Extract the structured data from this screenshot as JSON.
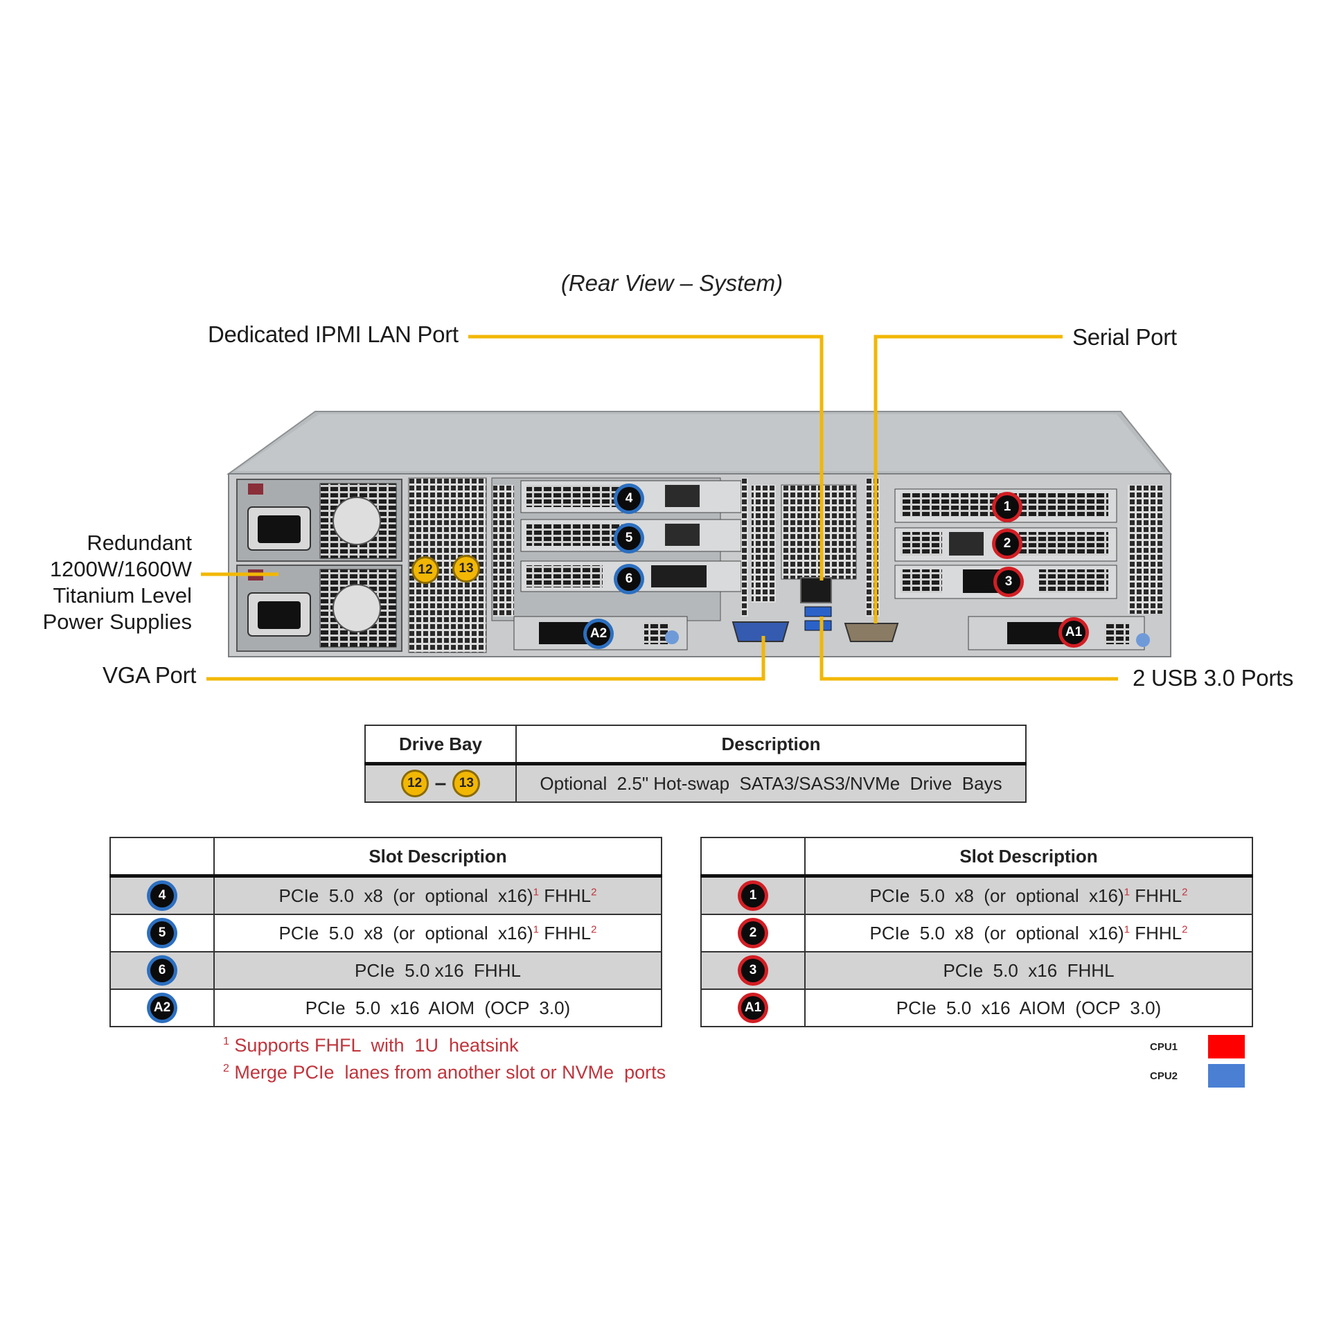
{
  "figure": {
    "view_title": "(Rear View – System)",
    "callouts": {
      "ipmi": "Dedicated IPMI  LAN Port",
      "serial": "Serial Port",
      "psu_lines": [
        "Redundant",
        "1200W/1600W",
        "Titanium  Level",
        "Power Supplies"
      ],
      "vga": "VGA Port",
      "usb": "2 USB 3.0 Ports"
    },
    "slot_badges": {
      "s4": "4",
      "s5": "5",
      "s6": "6",
      "a2": "A2",
      "s1": "1",
      "s2": "2",
      "s3": "3",
      "a1": "A1",
      "bay12": "12",
      "bay13": "13"
    },
    "colors": {
      "callout_line": "#f2b705",
      "cpu1": "#ff0000",
      "cpu2": "#4a7fd4"
    }
  },
  "drive_table": {
    "headers": [
      "Drive Bay",
      "Description"
    ],
    "bay_from": "12",
    "bay_to": "13",
    "separator": "–",
    "description": "Optional  2.5\" Hot-swap  SATA3/SAS3/NVMe  Drive  Bays"
  },
  "slot_tables": {
    "header": "Slot Description",
    "left": [
      {
        "badge": "4",
        "text": "PCIe  5.0  x8  (or  optional  x16)",
        "fn1": "1",
        "suffix": " FHHL",
        "fn2": "2"
      },
      {
        "badge": "5",
        "text": "PCIe  5.0  x8  (or  optional  x16)",
        "fn1": "1",
        "suffix": " FHHL",
        "fn2": "2"
      },
      {
        "badge": "6",
        "text": "PCIe  5.0 x16  FHHL"
      },
      {
        "badge": "A2",
        "text": "PCIe  5.0  x16  AIOM  (OCP  3.0)"
      }
    ],
    "right": [
      {
        "badge": "1",
        "text": "PCIe  5.0  x8  (or  optional  x16)",
        "fn1": "1",
        "suffix": " FHHL",
        "fn2": "2"
      },
      {
        "badge": "2",
        "text": "PCIe  5.0  x8  (or  optional  x16)",
        "fn1": "1",
        "suffix": " FHHL",
        "fn2": "2"
      },
      {
        "badge": "3",
        "text": "PCIe  5.0  x16  FHHL"
      },
      {
        "badge": "A1",
        "text": "PCIe  5.0  x16  AIOM  (OCP  3.0)"
      }
    ]
  },
  "footnotes": [
    {
      "mark": "1",
      "text": "Supports FHFL  with  1U  heatsink"
    },
    {
      "mark": "2",
      "text": "Merge PCIe  lanes from another slot or NVMe  ports"
    }
  ],
  "legend": [
    {
      "label": "CPU1",
      "color": "#ff0000"
    },
    {
      "label": "CPU2",
      "color": "#4a7fd4"
    }
  ]
}
